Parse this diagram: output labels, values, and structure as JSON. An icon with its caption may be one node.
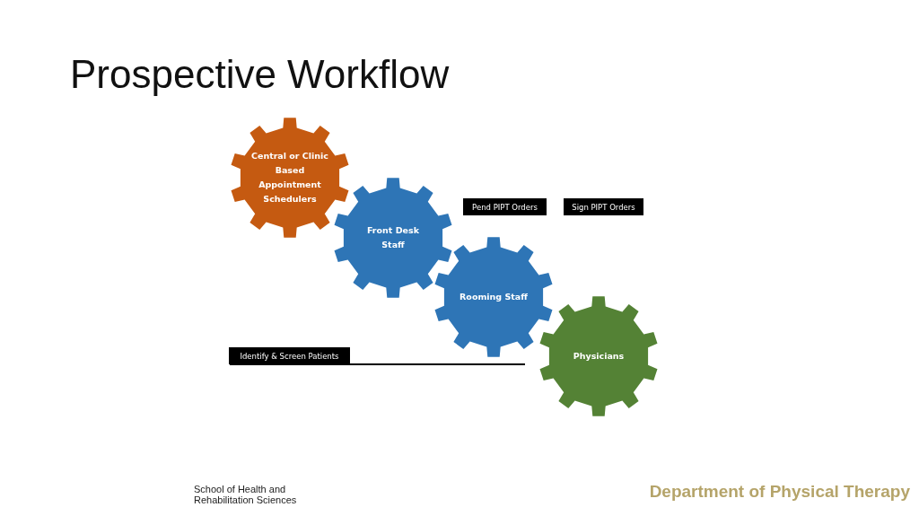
{
  "diagram": {
    "title": "Prospective Workflow",
    "nodes": [
      {
        "text": [
          "Central or Clinic Based Appointment Schedulers"
        ]
      },
      {
        "text": [
          "Front Desk Staff"
        ]
      },
      {
        "text": [
          "Pend PIPT Orders"
        ]
      },
      {
        "text": [
          "Sign PIPT Orders"
        ]
      },
      {
        "text": [
          "Rooming Staff"
        ]
      },
      {
        "text": [
          "Identify & Screen Patients"
        ]
      },
      {
        "text": [
          "Physicians"
        ]
      }
    ],
    "edges": [],
    "labels": [
      "School of Health and Rehabilitation Sciences",
      "Department of Physical Therapy"
    ]
  }
}
